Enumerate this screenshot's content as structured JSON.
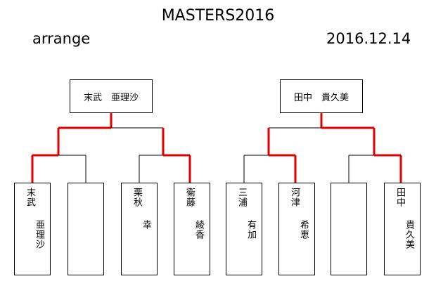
{
  "header": {
    "title": "MASTERS2016",
    "subtitle": "arrange",
    "date": "2016.12.14"
  },
  "winners": [
    {
      "name": "末武　亜理沙"
    },
    {
      "name": "田中　貴久美"
    }
  ],
  "players": [
    {
      "family": "末武",
      "given": "亜理沙",
      "advanced": true
    },
    {
      "family": "",
      "given": "",
      "advanced": false
    },
    {
      "family": "栗秋",
      "given": "幸",
      "advanced": false
    },
    {
      "family": "衛藤",
      "given": "綾香",
      "advanced": true
    },
    {
      "family": "三浦",
      "given": "有加",
      "advanced": false
    },
    {
      "family": "河津",
      "given": "希恵",
      "advanced": true
    },
    {
      "family": "",
      "given": "",
      "advanced": false
    },
    {
      "family": "田中",
      "given": "貴久美",
      "advanced": true
    }
  ],
  "colors": {
    "advance_line": "#e00000",
    "normal_line": "#000000"
  }
}
